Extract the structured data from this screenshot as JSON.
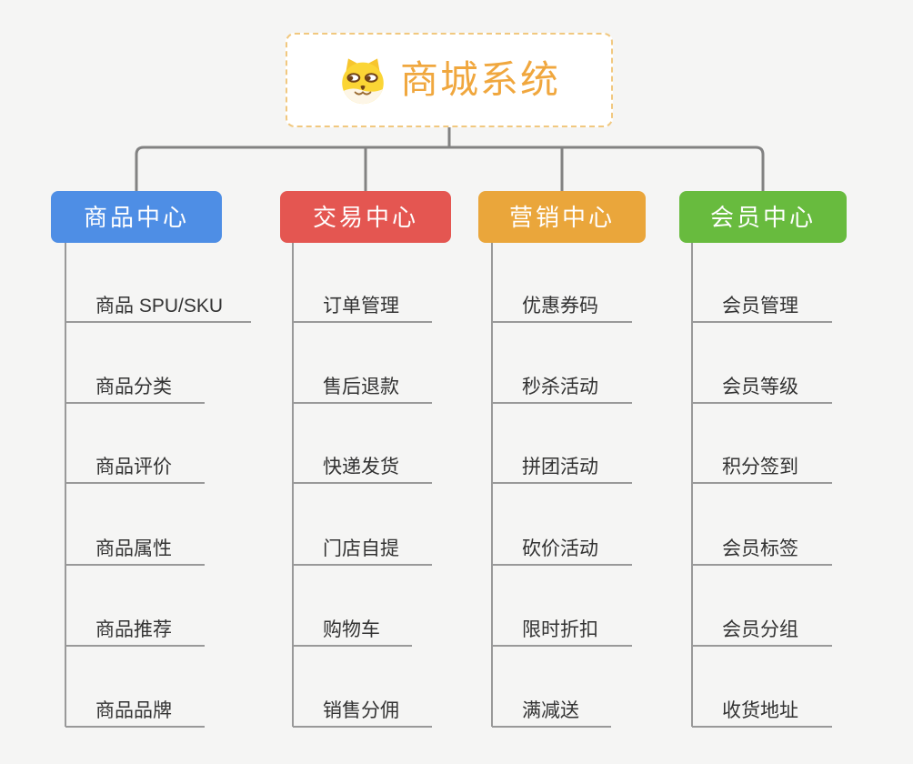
{
  "diagram_title": "商城系统",
  "colors": {
    "page_background": "#F5F5F4",
    "root_text_accent": "#F0A73E",
    "root_border": "#F1C87F",
    "connector_line": "#828282",
    "leaf_line": "#999999",
    "leaf_text": "#333333",
    "branch_text": "#FFFFFF"
  },
  "root": {
    "title": "商城系统",
    "icon": "dog-face-icon"
  },
  "branches": [
    {
      "label": "商品中心",
      "color": "#4E8EE5",
      "children": [
        "商品 SPU/SKU",
        "商品分类",
        "商品评价",
        "商品属性",
        "商品推荐",
        "商品品牌"
      ]
    },
    {
      "label": "交易中心",
      "color": "#E45651",
      "children": [
        "订单管理",
        "售后退款",
        "快递发货",
        "门店自提",
        "购物车",
        "销售分佣"
      ]
    },
    {
      "label": "营销中心",
      "color": "#EAA63B",
      "children": [
        "优惠券码",
        "秒杀活动",
        "拼团活动",
        "砍价活动",
        "限时折扣",
        "满减送"
      ]
    },
    {
      "label": "会员中心",
      "color": "#68BB3E",
      "children": [
        "会员管理",
        "会员等级",
        "积分签到",
        "会员标签",
        "会员分组",
        "收货地址"
      ]
    }
  ]
}
